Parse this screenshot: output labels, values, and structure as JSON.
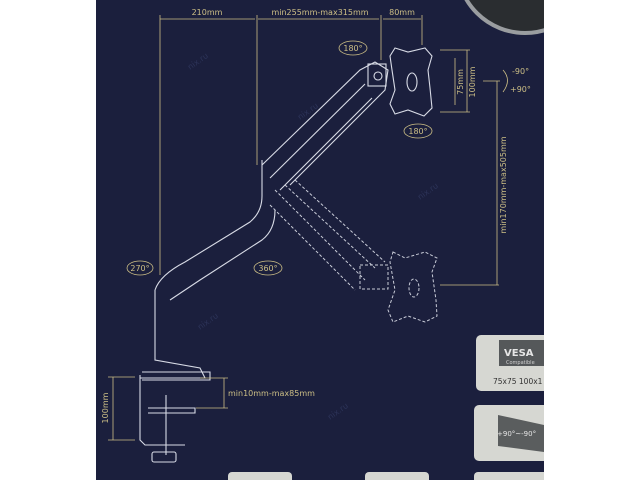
{
  "dimensions": {
    "arm_base_reach": "210mm",
    "arm_extension": "min255mm-max315mm",
    "head_offset": "80mm",
    "vesa_small": "75mm",
    "vesa_large": "100mm",
    "height_range": "min170mm-max505mm",
    "clamp_height": "100mm",
    "desk_thickness": "min10mm-max85mm"
  },
  "rotations": {
    "head_top": "180°",
    "head_bottom": "180°",
    "tilt_up": "-90°",
    "tilt_down": "+90°",
    "base": "270°",
    "elbow": "360°"
  },
  "panels": {
    "vesa_title": "VESA",
    "vesa_subtitle": "Compatible",
    "vesa_sizes": "75x75 100x1",
    "tilt_range": "+90°~-90°"
  },
  "watermark": "nix.ru",
  "colors": {
    "background": "#1b1f3d",
    "dimension": "#cdbf86",
    "drawing": "#d8dbe6"
  }
}
